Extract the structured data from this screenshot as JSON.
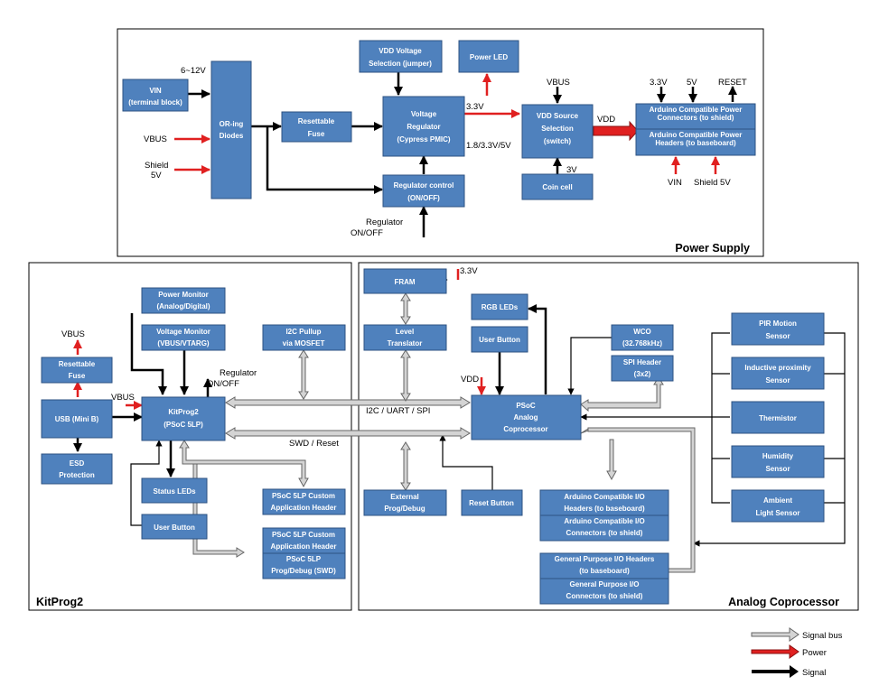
{
  "sections": {
    "power_supply": "Power Supply",
    "kitprog2": "KitProg2",
    "analog_coprocessor": "Analog Coprocessor"
  },
  "blocks": {
    "vin": [
      "VIN",
      "(terminal block)"
    ],
    "oring": [
      "OR-ing",
      "Diodes"
    ],
    "resettable_fuse_ps": [
      "Resettable",
      "Fuse"
    ],
    "vdd_voltage_sel": [
      "VDD Voltage",
      "Selection (jumper)"
    ],
    "power_led": [
      "Power LED"
    ],
    "voltage_regulator": [
      "Voltage",
      "Regulator",
      "(Cypress PMIC)"
    ],
    "regulator_control": [
      "Regulator control",
      "(ON/OFF)"
    ],
    "vdd_source_sel": [
      "VDD Source",
      "Selection",
      "(switch)"
    ],
    "coin_cell": [
      "Coin cell"
    ],
    "arduino_power_conn": [
      "Arduino Compatible Power",
      "Connectors (to shield)"
    ],
    "arduino_power_hdr": [
      "Arduino Compatible Power",
      "Headers (to baseboard)"
    ],
    "power_monitor": [
      "Power Monitor",
      "(Analog/Digital)"
    ],
    "voltage_monitor": [
      "Voltage Monitor",
      "(VBUS/VTARG)"
    ],
    "i2c_pullup": [
      "I2C Pullup",
      "via MOSFET"
    ],
    "resettable_fuse_kp": [
      "Resettable",
      "Fuse"
    ],
    "usb": [
      "USB (Mini B)"
    ],
    "esd": [
      "ESD",
      "Protection"
    ],
    "kitprog2_chip": [
      "KitProg2",
      "(PSoC 5LP)"
    ],
    "status_leds": [
      "Status LEDs"
    ],
    "user_button_kp": [
      "User Button"
    ],
    "psoc5lp_app_hdr": [
      "PSoC 5LP Custom",
      "Application Header"
    ],
    "psoc5lp_app_hdr2": [
      "PSoC 5LP Custom",
      "Application Header"
    ],
    "psoc5lp_prog": [
      "PSoC 5LP",
      "Prog/Debug (SWD)"
    ],
    "fram": [
      "FRAM"
    ],
    "level_translator": [
      "Level",
      "Translator"
    ],
    "rgb_leds": [
      "RGB LEDs"
    ],
    "user_button_ac": [
      "User Button"
    ],
    "wco": [
      "WCO",
      "(32.768kHz)"
    ],
    "spi_header": [
      "SPI Header",
      "(3x2)"
    ],
    "psoc_analog": [
      "PSoC",
      "Analog",
      "Coprocessor"
    ],
    "external_prog": [
      "External",
      "Prog/Debug"
    ],
    "reset_button": [
      "Reset Button"
    ],
    "arduino_io_hdr": [
      "Arduino Compatible I/O",
      "Headers (to baseboard)"
    ],
    "arduino_io_conn": [
      "Arduino Compatible I/O",
      "Connectors (to shield)"
    ],
    "gpio_hdr": [
      "General Purpose I/O Headers",
      "(to baseboard)"
    ],
    "gpio_conn": [
      "General Purpose I/O",
      "Connectors (to shield)"
    ],
    "pir": [
      "PIR Motion",
      "Sensor"
    ],
    "inductive": [
      "Inductive proximity",
      "Sensor"
    ],
    "thermistor": [
      "Thermistor"
    ],
    "humidity": [
      "Humidity",
      "Sensor"
    ],
    "ambient": [
      "Ambient",
      "Light Sensor"
    ]
  },
  "labels": {
    "v6_12": "6~12V",
    "vbus_ps": "VBUS",
    "shield5v_a": "Shield",
    "shield5v_b": "5V",
    "v33": "3.3V",
    "v18_33_5": "1.8/3.3V/5V",
    "reg_onoff_a": "Regulator",
    "reg_onoff_b": "ON/OFF",
    "vbus_vdd_src": "VBUS",
    "v3": "3V",
    "vdd": "VDD",
    "p33": "3.3V",
    "p5": "5V",
    "reset": "RESET",
    "vin_bot": "VIN",
    "shield5v_bot": "Shield 5V",
    "vbus_kp_top": "VBUS",
    "vbus_kp_mid": "VBUS",
    "reg_kp_a": "Regulator",
    "reg_kp_b": "ON/OFF",
    "i2c_uart_spi": "I2C / UART / SPI",
    "swd_reset": "SWD / Reset",
    "fram_33": "3.3V",
    "vdd_ac": "VDD"
  },
  "legend": {
    "signal_bus": "Signal bus",
    "power": "Power",
    "signal": "Signal"
  },
  "colors": {
    "block": "#4f81bd",
    "power": "#e02020",
    "bus": "#d4d4d4",
    "signal": "#000000"
  }
}
